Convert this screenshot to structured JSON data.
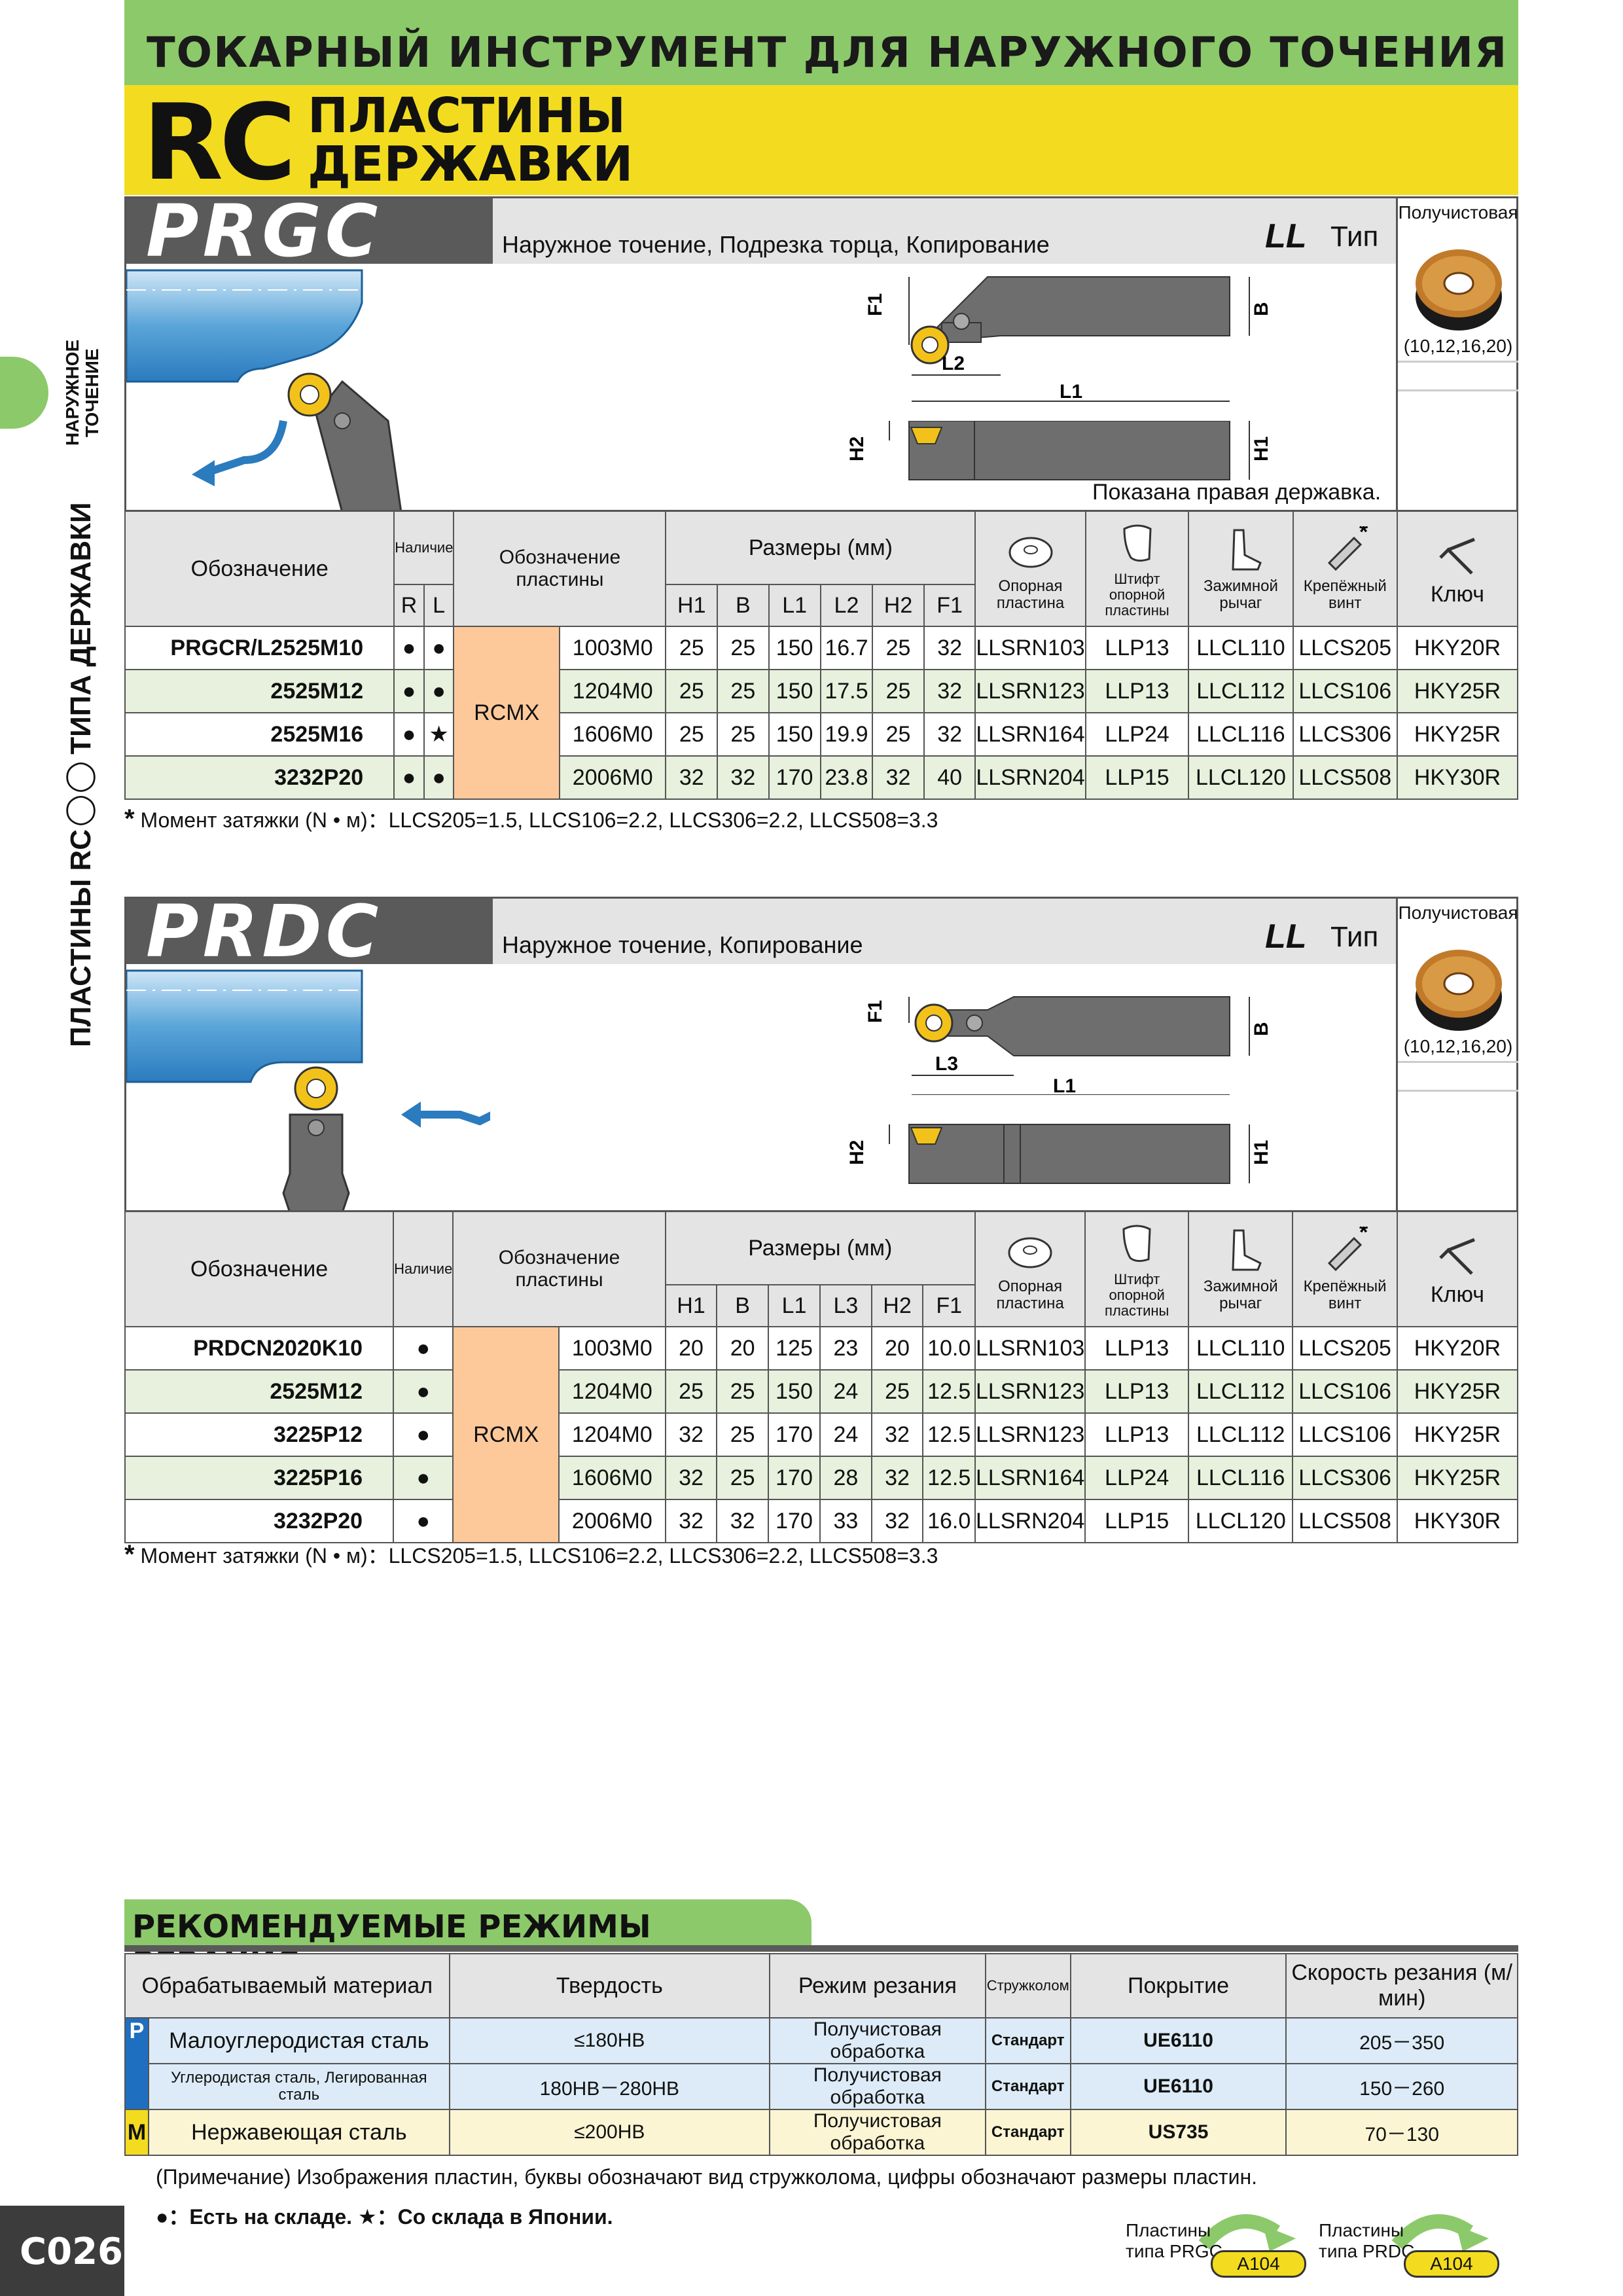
{
  "header": {
    "top_title": "ТОКАРНЫЙ ИНСТРУМЕНТ ДЛЯ НАРУЖНОГО ТОЧЕНИЯ",
    "rc": "RC",
    "line1": "ПЛАСТИНЫ",
    "line2": "ДЕРЖАВКИ"
  },
  "side": {
    "small": "НАРУЖНОЕ ТОЧЕНИЕ",
    "main": "ПЛАСТИНЫ RC◯◯ ТИПА ДЕРЖАВКИ"
  },
  "colors": {
    "green": "#8cc96a",
    "yellow": "#f3dc1f",
    "dark": "#5a5a5a",
    "holder_blue": "#2b7bbf",
    "peach": "#fdc99b"
  },
  "prgc": {
    "name": "PRGC",
    "desc": "Наружное точение, Подрезка торца, Копирование",
    "ll": "LL",
    "type": "Тип",
    "insert_label": "Получистовая",
    "insert_sizes": "(10,12,16,20)",
    "note": "Показана правая державка.",
    "dims": {
      "f1": "F1",
      "b": "B",
      "l2": "L2",
      "l1": "L1",
      "h2": "H2",
      "h1": "H1"
    },
    "table_head": {
      "designation": "Обозначение",
      "stock": "Наличие",
      "r": "R",
      "l": "L",
      "insert": "Обозначение пластины",
      "sizes": "Размеры (мм)",
      "cols": [
        "H1",
        "B",
        "L1",
        "L2",
        "H2",
        "F1"
      ],
      "parts": [
        "Опорная пластина",
        "Штифт опорной пластины",
        "Зажимной рычаг",
        "Крепёжный винт",
        "Ключ"
      ]
    },
    "insert_type": "RCMX",
    "rows": [
      {
        "d": "PRGCR/L2525M10",
        "r": "●",
        "l": "●",
        "ins": "1003M0",
        "v": [
          "25",
          "25",
          "150",
          "16.7",
          "25",
          "32"
        ],
        "p": [
          "LLSRN103",
          "LLP13",
          "LLCL110",
          "LLCS205",
          "HKY20R"
        ]
      },
      {
        "d": "2525M12",
        "r": "●",
        "l": "●",
        "ins": "1204M0",
        "v": [
          "25",
          "25",
          "150",
          "17.5",
          "25",
          "32"
        ],
        "p": [
          "LLSRN123",
          "LLP13",
          "LLCL112",
          "LLCS106",
          "HKY25R"
        ]
      },
      {
        "d": "2525M16",
        "r": "●",
        "l": "★",
        "ins": "1606M0",
        "v": [
          "25",
          "25",
          "150",
          "19.9",
          "25",
          "32"
        ],
        "p": [
          "LLSRN164",
          "LLP24",
          "LLCL116",
          "LLCS306",
          "HKY25R"
        ]
      },
      {
        "d": "3232P20",
        "r": "●",
        "l": "●",
        "ins": "2006M0",
        "v": [
          "32",
          "32",
          "170",
          "23.8",
          "32",
          "40"
        ],
        "p": [
          "LLSRN204",
          "LLP15",
          "LLCL120",
          "LLCS508",
          "HKY30R"
        ]
      }
    ],
    "torque": "Момент затяжки (N • м)：LLCS205=1.5, LLCS106=2.2, LLCS306=2.2, LLCS508=3.3"
  },
  "prdc": {
    "name": "PRDC",
    "desc": "Наружное точение, Копирование",
    "ll": "LL",
    "type": "Тип",
    "insert_label": "Получистовая",
    "insert_sizes": "(10,12,16,20)",
    "dims": {
      "f1": "F1",
      "b": "B",
      "l3": "L3",
      "l1": "L1",
      "h2": "H2",
      "h1": "H1"
    },
    "table_head": {
      "designation": "Обозначение",
      "stock": "Наличие",
      "insert": "Обозначение пластины",
      "sizes": "Размеры (мм)",
      "cols": [
        "H1",
        "B",
        "L1",
        "L3",
        "H2",
        "F1"
      ],
      "parts": [
        "Опорная пластина",
        "Штифт опорной пластины",
        "Зажимной рычаг",
        "Крепёжный винт",
        "Ключ"
      ]
    },
    "insert_type": "RCMX",
    "rows": [
      {
        "d": "PRDCN2020K10",
        "s": "●",
        "ins": "1003M0",
        "v": [
          "20",
          "20",
          "125",
          "23",
          "20",
          "10.0"
        ],
        "p": [
          "LLSRN103",
          "LLP13",
          "LLCL110",
          "LLCS205",
          "HKY20R"
        ]
      },
      {
        "d": "2525M12",
        "s": "●",
        "ins": "1204M0",
        "v": [
          "25",
          "25",
          "150",
          "24",
          "25",
          "12.5"
        ],
        "p": [
          "LLSRN123",
          "LLP13",
          "LLCL112",
          "LLCS106",
          "HKY25R"
        ]
      },
      {
        "d": "3225P12",
        "s": "●",
        "ins": "1204M0",
        "v": [
          "32",
          "25",
          "170",
          "24",
          "32",
          "12.5"
        ],
        "p": [
          "LLSRN123",
          "LLP13",
          "LLCL112",
          "LLCS106",
          "HKY25R"
        ]
      },
      {
        "d": "3225P16",
        "s": "●",
        "ins": "1606M0",
        "v": [
          "32",
          "25",
          "170",
          "28",
          "32",
          "12.5"
        ],
        "p": [
          "LLSRN164",
          "LLP24",
          "LLCL116",
          "LLCS306",
          "HKY25R"
        ]
      },
      {
        "d": "3232P20",
        "s": "●",
        "ins": "2006M0",
        "v": [
          "32",
          "32",
          "170",
          "33",
          "32",
          "16.0"
        ],
        "p": [
          "LLSRN204",
          "LLP15",
          "LLCL120",
          "LLCS508",
          "HKY30R"
        ]
      }
    ],
    "torque": "Момент затяжки (N • м)：LLCS205=1.5, LLCS106=2.2, LLCS306=2.2, LLCS508=3.3"
  },
  "cutting": {
    "title": "РЕКОМЕНДУЕМЫЕ РЕЖИМЫ РЕЗАНИЯ",
    "head": [
      "Обрабатываемый материал",
      "Твердость",
      "Режим резания",
      "Стружколом",
      "Покрытие",
      "Скорость резания (м/мин)"
    ],
    "rows": [
      {
        "grp": "P",
        "mat": "Малоуглеродистая сталь",
        "hard": "≤180HB",
        "mode": "Получистовая обработка",
        "cb": "Стандарт",
        "coat": "UE6110",
        "speed": "205－350"
      },
      {
        "grp": "",
        "mat": "Углеродистая сталь, Легированная сталь",
        "hard": "180HB－280HB",
        "mode": "Получистовая обработка",
        "cb": "Стандарт",
        "coat": "UE6110",
        "speed": "150－260"
      },
      {
        "grp": "M",
        "mat": "Нержавеющая сталь",
        "hard": "≤200HB",
        "mode": "Получистовая обработка",
        "cb": "Стандарт",
        "coat": "US735",
        "speed": "70－130"
      }
    ]
  },
  "footer": {
    "note": "(Примечание) Изображения пластин, буквы обозначают вид стружколома, цифры обозначают размеры пластин.",
    "legend": "●：Есть на складе.   ★：Со склада в Японии.",
    "page": "C026",
    "ref1_label": "Пластины типа PRGC",
    "ref1_page": "A104",
    "ref2_label": "Пластины типа PRDC",
    "ref2_page": "A104"
  }
}
